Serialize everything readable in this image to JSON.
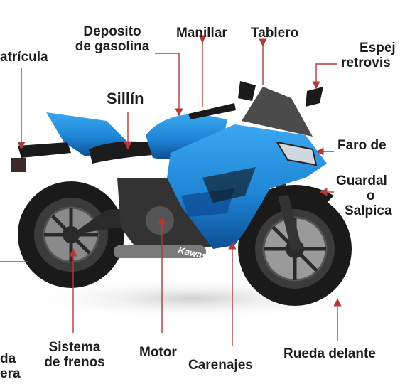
{
  "labels": {
    "matricula": "atrícula",
    "deposito_1": "Deposito",
    "deposito_2": "de gasolina",
    "manillar": "Manillar",
    "tablero": "Tablero",
    "espejo_1": "Espej",
    "espejo_2": "retrovis",
    "sillin": "Sillín",
    "faro": "Faro de",
    "guarda_1": "Guardal",
    "guarda_2": "o",
    "guarda_3": "Salpica",
    "rueda_trasera_1": "da",
    "rueda_trasera_2": "era",
    "sistema_1": "Sistema",
    "sistema_2": "de frenos",
    "motor": "Motor",
    "carenajes": "Carenajes",
    "rueda_delantera": "Rueda delante",
    "brand": "Kawasaki"
  },
  "colors": {
    "arrow": "#b03a3a",
    "body_blue": "#1f86d6",
    "body_blue_dark": "#0d4f95",
    "frame_dark": "#2a2a2a",
    "tire": "#1a1a1a",
    "label_text": "#1e1e1e"
  }
}
